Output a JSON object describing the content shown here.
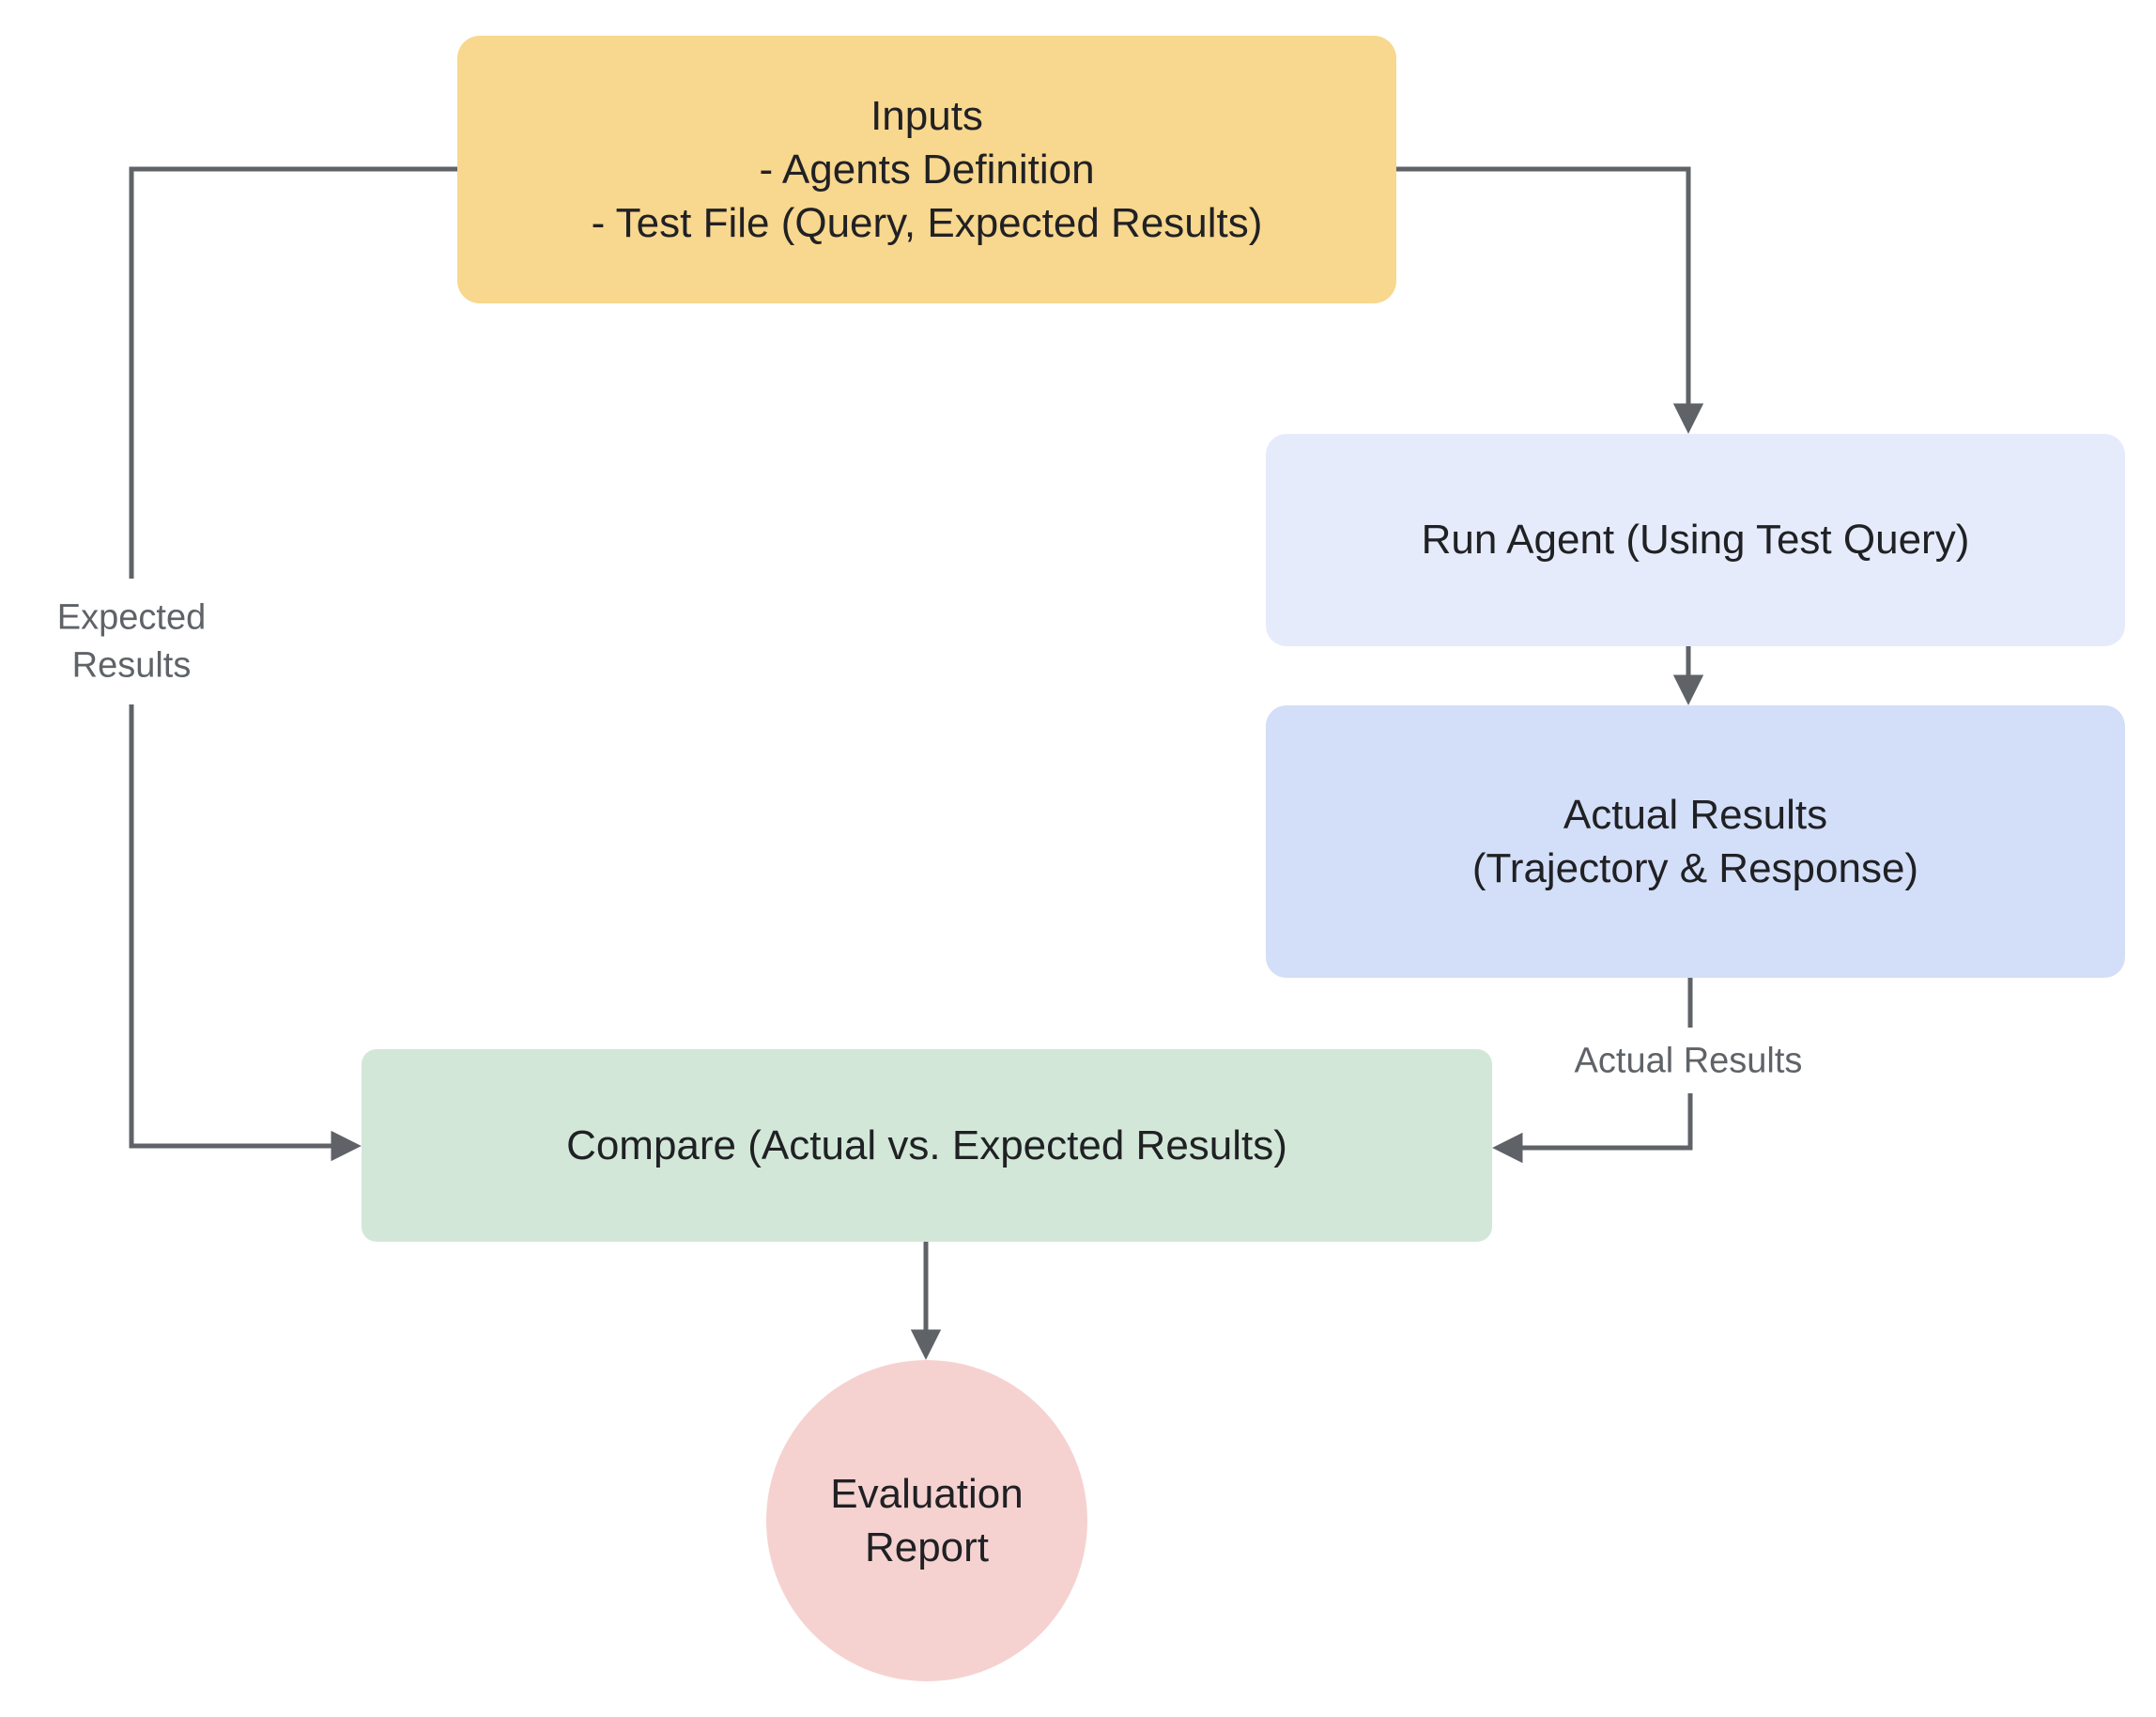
{
  "diagram": {
    "nodes": {
      "inputs": {
        "lines": [
          "Inputs",
          "- Agents Definition",
          "- Test File (Query, Expected Results)"
        ]
      },
      "run_agent": {
        "label": "Run Agent (Using Test Query)"
      },
      "actual_results": {
        "lines": [
          "Actual Results",
          "(Trajectory & Response)"
        ]
      },
      "compare": {
        "label": "Compare (Actual vs. Expected Results)"
      },
      "evaluation_report": {
        "lines": [
          "Evaluation",
          "Report"
        ]
      }
    },
    "edge_labels": {
      "expected_results": {
        "lines": [
          "Expected",
          "Results"
        ]
      },
      "actual_results": {
        "label": "Actual Results"
      }
    },
    "colors": {
      "inputs_fill": "#F8D78E",
      "run_agent_fill": "#E6EBFB",
      "actual_results_fill": "#D3DEF8",
      "compare_fill": "#D2E7D8",
      "evaluation_fill": "#F5D2D0",
      "connector": "#5F6368",
      "node_text": "#202124",
      "edge_label_text": "#5F6368",
      "background": "#FFFFFF"
    }
  }
}
